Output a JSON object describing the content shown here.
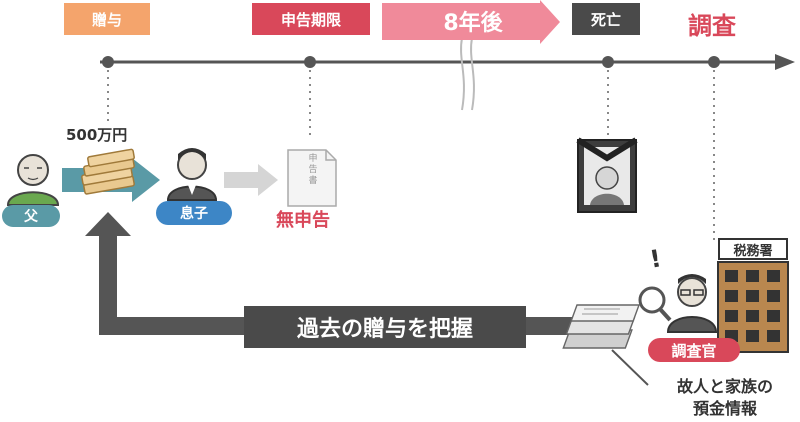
{
  "timeline": {
    "gift_label": "贈与",
    "deadline_label": "申告期限",
    "years_later_label": "8年後",
    "death_label": "死亡",
    "investigation_label": "調査"
  },
  "people": {
    "father_label": "父",
    "son_label": "息子",
    "inspector_label": "調査官"
  },
  "amount_label": "500万円",
  "form": {
    "lines": [
      "申",
      "告",
      "書"
    ]
  },
  "no_filing_label": "無申告",
  "tax_office_label": "税務署",
  "past_gifts_label": "過去の贈与を把握",
  "records_label_line1": "故人と家族の",
  "records_label_line2": "預金情報",
  "exclamation": "!",
  "colors": {
    "gift_orange": "#f4a46c",
    "deadline_red": "#d9485a",
    "arrow_pink": "#f08a9a",
    "dark_gray": "#4a4a4a",
    "teal": "#5a9aa6",
    "person_green": "#6aa84f",
    "blue": "#3d86c6",
    "building_brown": "#b9874f"
  }
}
